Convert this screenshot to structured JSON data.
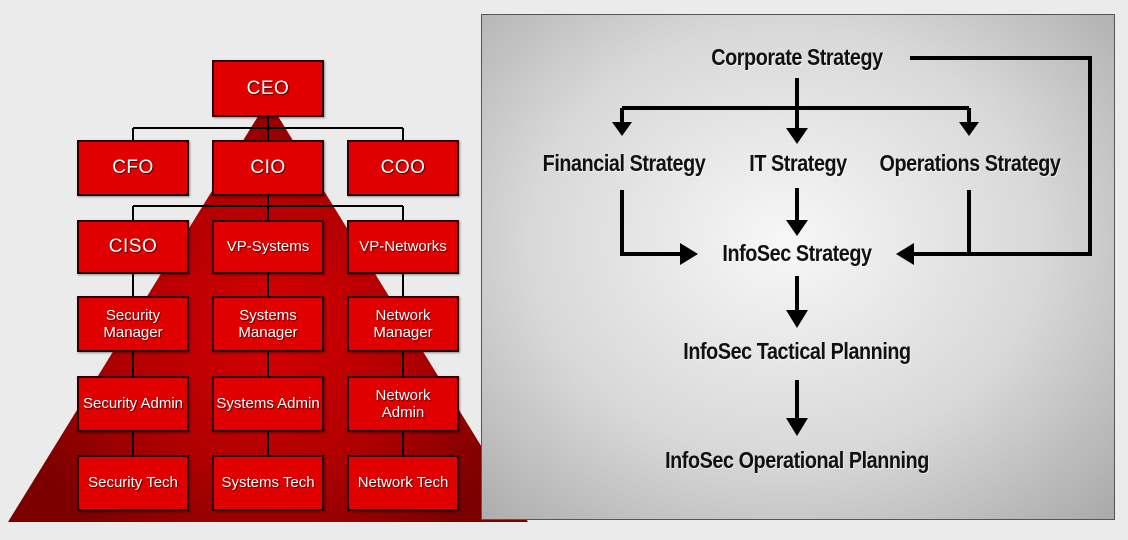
{
  "org_chart": {
    "ceo": "CEO",
    "cfo": "CFO",
    "cio": "CIO",
    "coo": "COO",
    "ciso": "CISO",
    "vp_systems": "VP-Systems",
    "vp_networks": "VP-Networks",
    "security_manager": "Security Manager",
    "systems_manager": "Systems Manager",
    "network_manager": "Network Manager",
    "security_admin": "Security Admin",
    "systems_admin": "Systems Admin",
    "network_admin": "Network Admin",
    "security_tech": "Security Tech",
    "systems_tech": "Systems Tech",
    "network_tech": "Network Tech"
  },
  "planning_flow": {
    "corporate_strategy": "Corporate Strategy",
    "financial_strategy": "Financial Strategy",
    "it_strategy": "IT Strategy",
    "operations_strategy": "Operations Strategy",
    "infosec_strategy": "InfoSec Strategy",
    "infosec_tactical": "InfoSec Tactical Planning",
    "infosec_operational": "InfoSec Operational Planning"
  },
  "colors": {
    "node_red": "#e00000",
    "pyramid_center": "#d60000",
    "pyramid_edge": "#7d0000",
    "text_dark": "#111111"
  }
}
